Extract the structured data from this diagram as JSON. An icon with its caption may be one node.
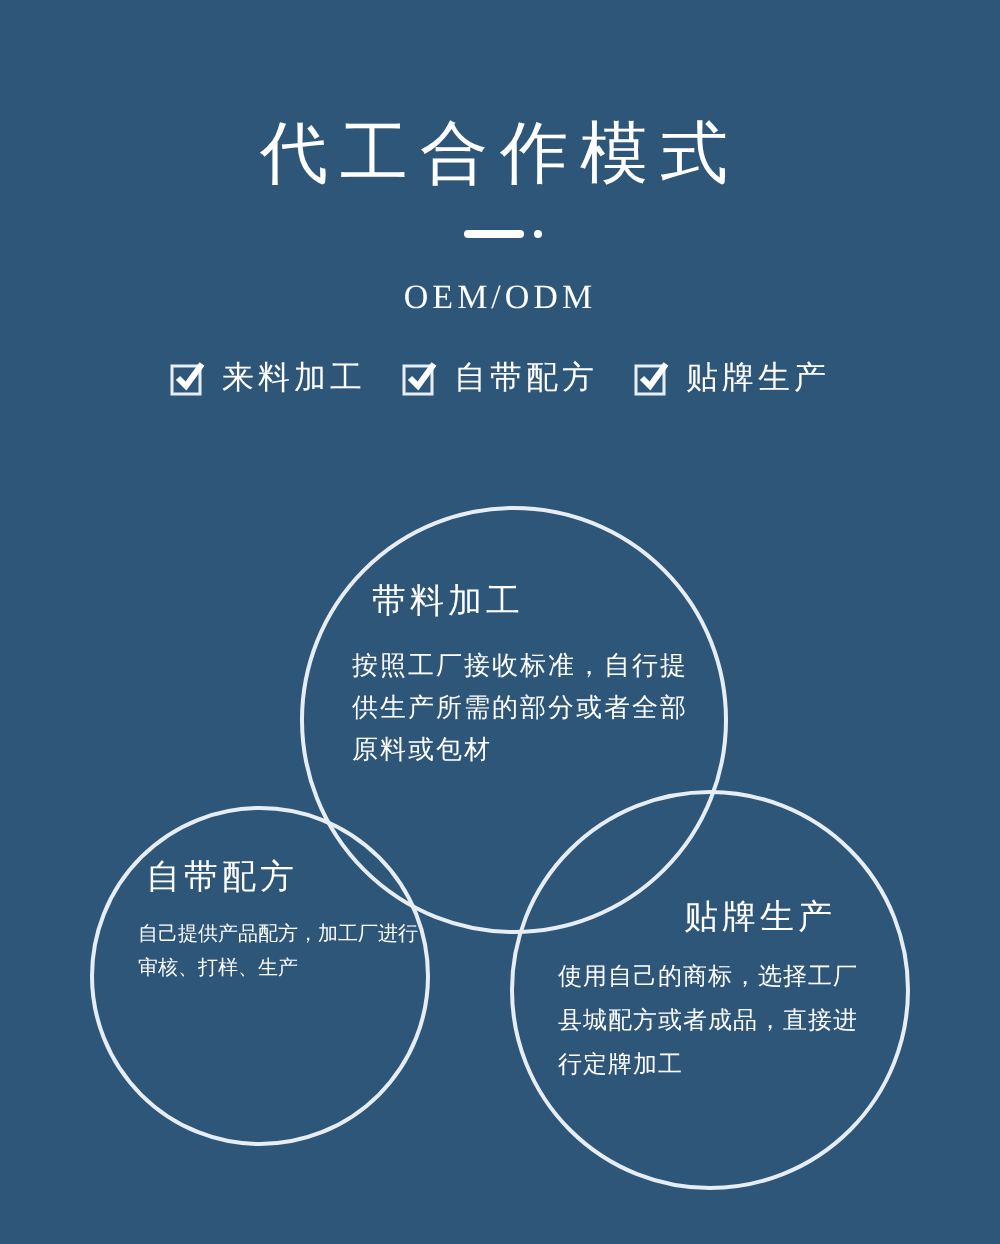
{
  "diagram": {
    "title": "代工合作模式",
    "nodes": [
      {
        "text": [
          "带料加工",
          "按照工厂接收标准，自行提供生产所需的部分或者全部原料或包材"
        ]
      },
      {
        "text": [
          "自带配方",
          "自己提供产品配方，加工厂进行审核、打样、生产"
        ]
      },
      {
        "text": [
          "贴牌生产",
          "使用自己的商标，选择工厂县城配方或者成品，直接进行定牌加工"
        ]
      }
    ],
    "labels": [
      "OEM/ODM",
      "来料加工",
      "自带配方",
      "贴牌生产"
    ]
  }
}
